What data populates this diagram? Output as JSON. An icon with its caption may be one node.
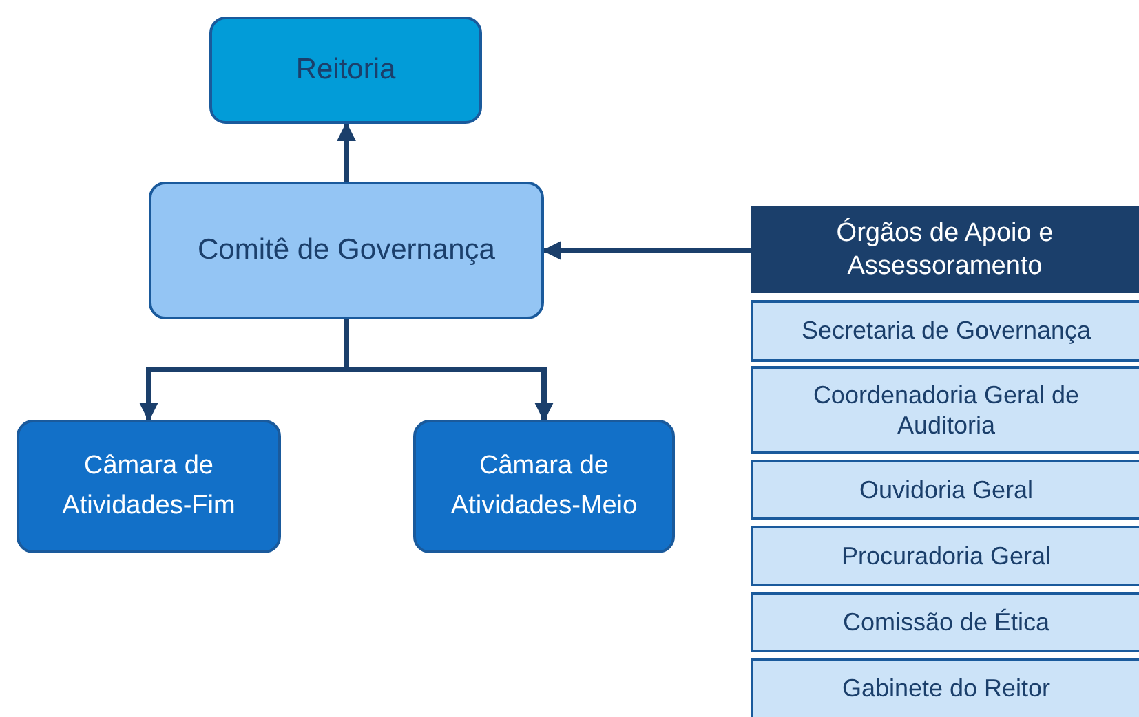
{
  "diagram": {
    "nodes": [
      {
        "text": [
          "Reitoria"
        ]
      },
      {
        "text": [
          "Comitê de Governança"
        ]
      },
      {
        "text": [
          "Câmara de Atividades-Fim"
        ]
      },
      {
        "text": [
          "Câmara de Atividades-Meio"
        ]
      },
      {
        "text": [
          "Órgãos de Apoio e Assessoramento"
        ]
      },
      {
        "text": [
          "Secretaria de Governança"
        ]
      },
      {
        "text": [
          "Coordenadoria Geral de Auditoria"
        ]
      },
      {
        "text": [
          "Ouvidoria Geral"
        ]
      },
      {
        "text": [
          "Procuradoria Geral"
        ]
      },
      {
        "text": [
          "Comissão de Ética"
        ]
      },
      {
        "text": [
          "Gabinete do Reitor"
        ]
      }
    ],
    "edges": [
      {
        "from": 1,
        "to": 0,
        "arrow": "to"
      },
      {
        "from": 1,
        "to": 2,
        "arrow": "to"
      },
      {
        "from": 1,
        "to": 3,
        "arrow": "to"
      },
      {
        "from": 4,
        "to": 1,
        "arrow": "to"
      }
    ]
  }
}
